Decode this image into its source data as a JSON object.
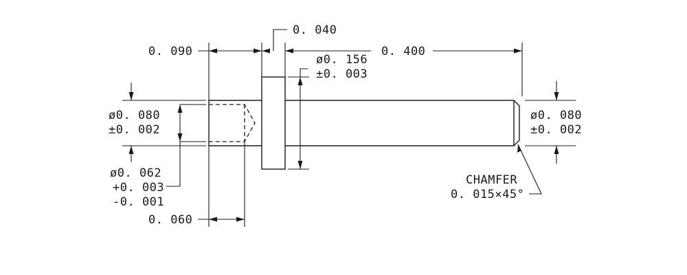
{
  "dimensions": {
    "overall_length": "0. 400",
    "flange_thickness": "0. 040",
    "head_length": "0. 090",
    "bore_depth": "0. 060",
    "flange_diameter": {
      "value": "ø0. 156",
      "tolerance": "±0. 003"
    },
    "shank_diameter_left": {
      "value": "ø0. 080",
      "tolerance": "±0. 002"
    },
    "shank_diameter_right": {
      "value": "ø0. 080",
      "tolerance": "±0. 002"
    },
    "bore_diameter": {
      "value": "ø0. 062",
      "tolerance_plus": "+0. 003",
      "tolerance_minus": "-0. 001"
    },
    "chamfer": {
      "label": "CHAMFER",
      "value": "0. 015×45°"
    }
  }
}
